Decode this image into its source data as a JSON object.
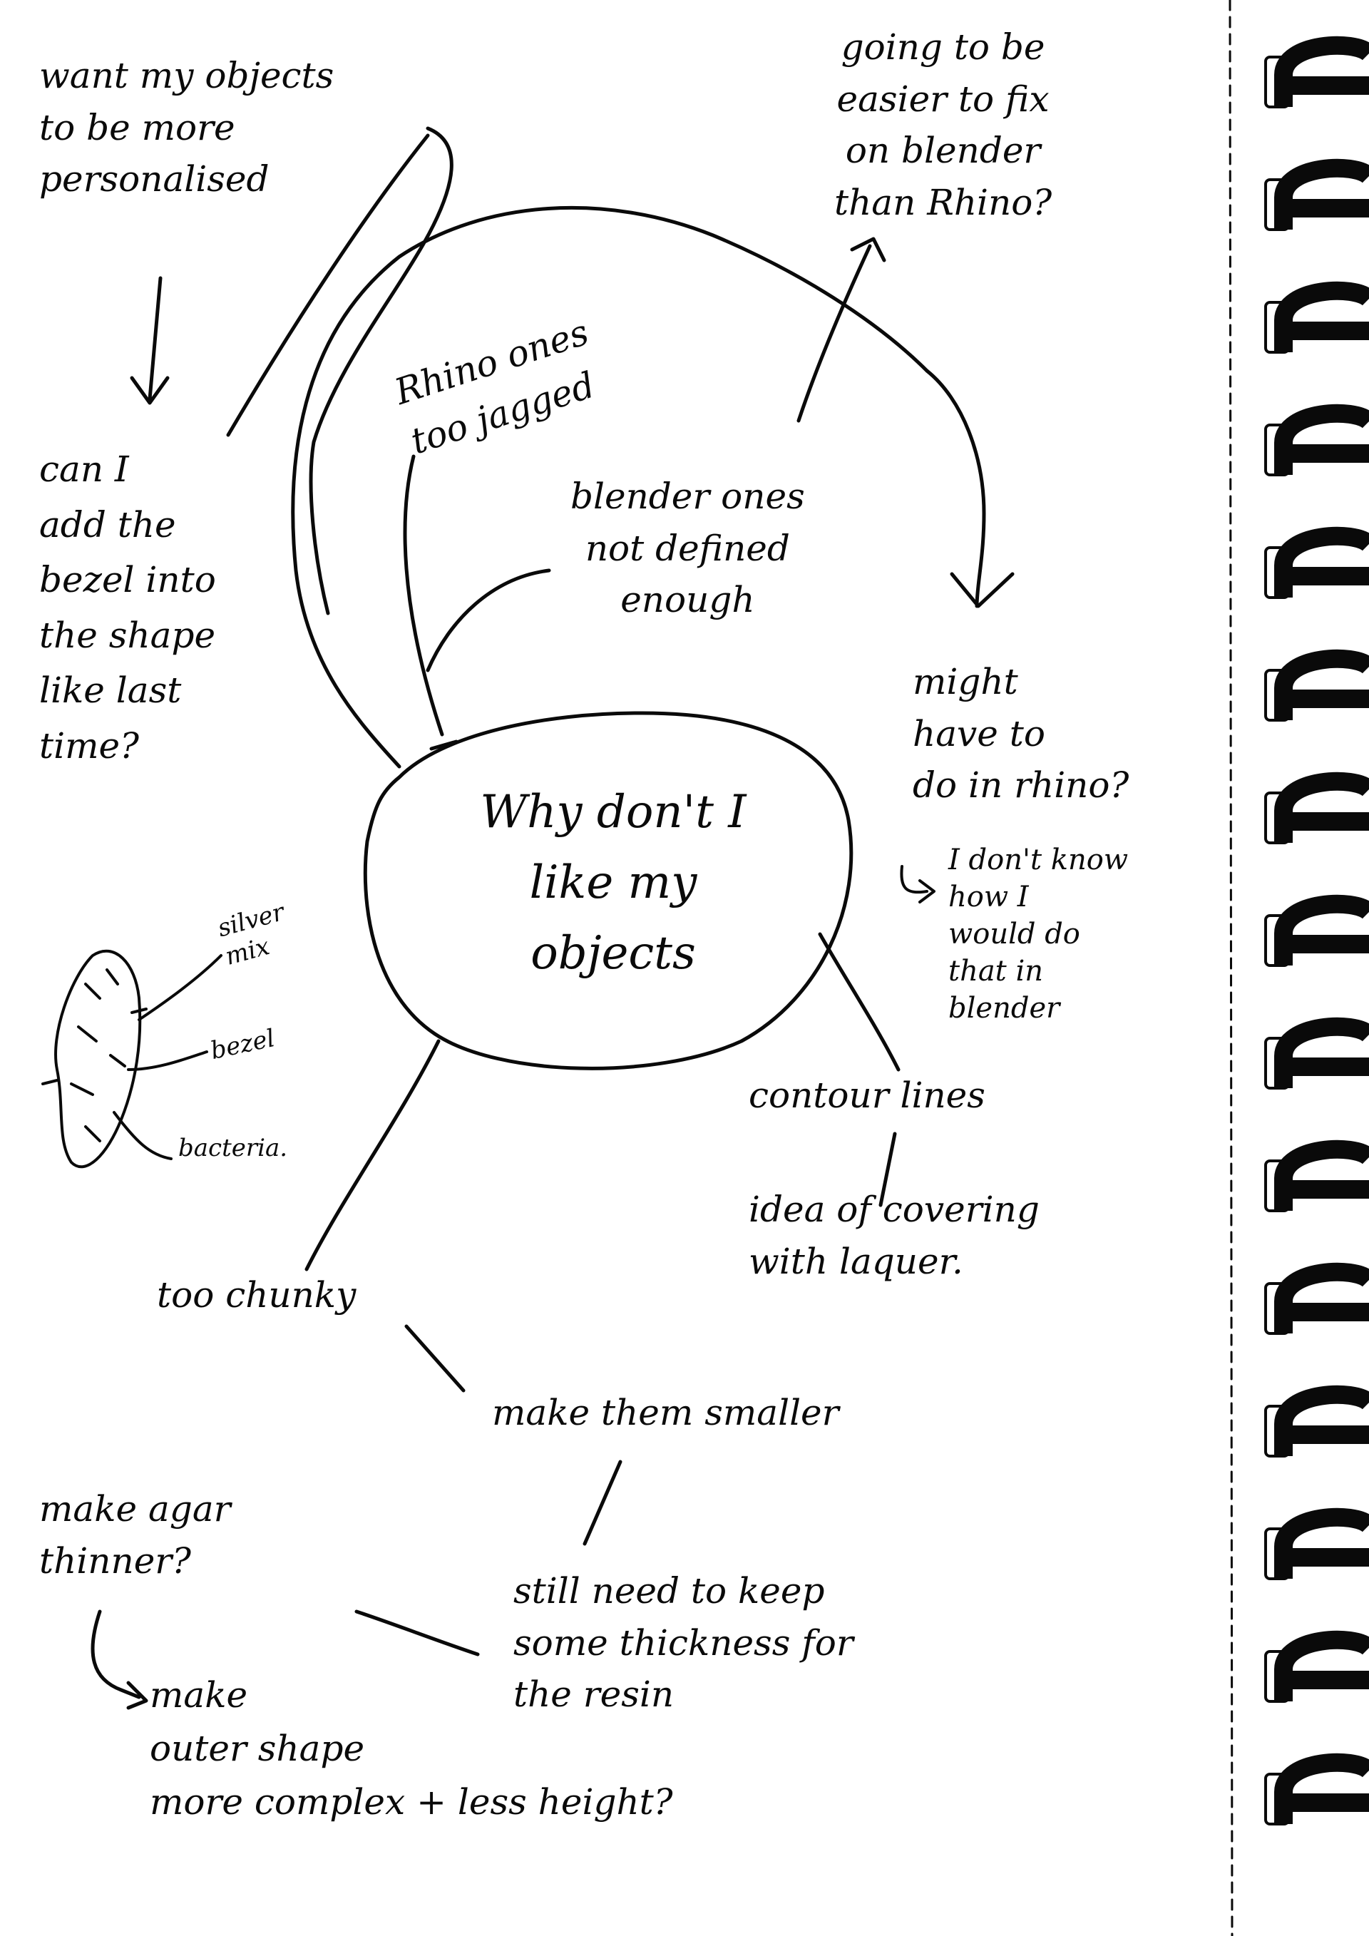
{
  "center": "Why don't I\nlike my\nobjects",
  "notes": {
    "personalised": "want my objects\nto be more\npersonalised",
    "blender_easier": "going to be\neasier to fix\non blender\nthan Rhino?",
    "bezel_question": "can I\nadd the\nbezel into\nthe shape\nlike last\ntime?",
    "rhino_jagged": "Rhino ones\ntoo jagged",
    "blender_defined": "blender ones\nnot defined\nenough",
    "might_rhino": "might\nhave to\ndo in rhino?",
    "dont_know": "I don't know\nhow I\nwould do\nthat in\nblender",
    "contour": "contour lines",
    "laquer": "idea of covering\nwith laquer.",
    "chunky": "too chunky",
    "smaller": "make them smaller",
    "agar": "make agar\nthinner?",
    "outer": "make\nouter shape\nmore complex + less height?",
    "thickness": "still need to keep\nsome thickness for\nthe resin"
  },
  "sketch_labels": {
    "silver": "silver\nmix",
    "bezel": "bezel",
    "bacteria": "bacteria."
  }
}
